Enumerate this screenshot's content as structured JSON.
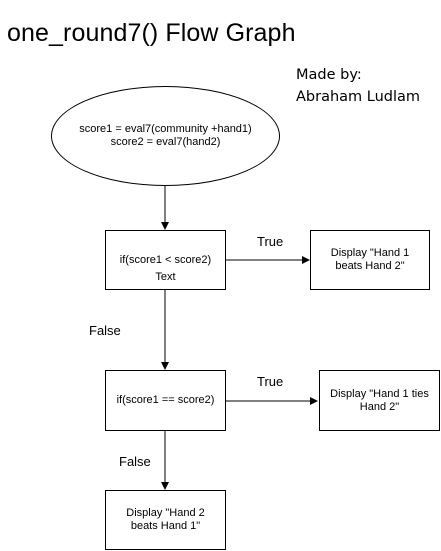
{
  "title": "one_round7() Flow Graph",
  "author": {
    "line1": "Made by:",
    "line2": "Abraham Ludlam"
  },
  "nodes": {
    "start": {
      "line1": "score1 = eval7(community +hand1)",
      "line2": "score2 = eval7(hand2)"
    },
    "cond1": {
      "text": "if(score1 < score2)",
      "sub": "Text"
    },
    "out1": {
      "line1": "Display \"Hand 1",
      "line2": "beats Hand 2\""
    },
    "cond2": {
      "text": "if(score1 == score2)"
    },
    "out2": {
      "line1": "Display \"Hand 1 ties",
      "line2": "Hand 2\""
    },
    "out3": {
      "line1": "Display \"Hand 2",
      "line2": "beats Hand 1\""
    }
  },
  "edges": {
    "cond1_true": "True",
    "cond1_false": "False",
    "cond2_true": "True",
    "cond2_false": "False"
  }
}
